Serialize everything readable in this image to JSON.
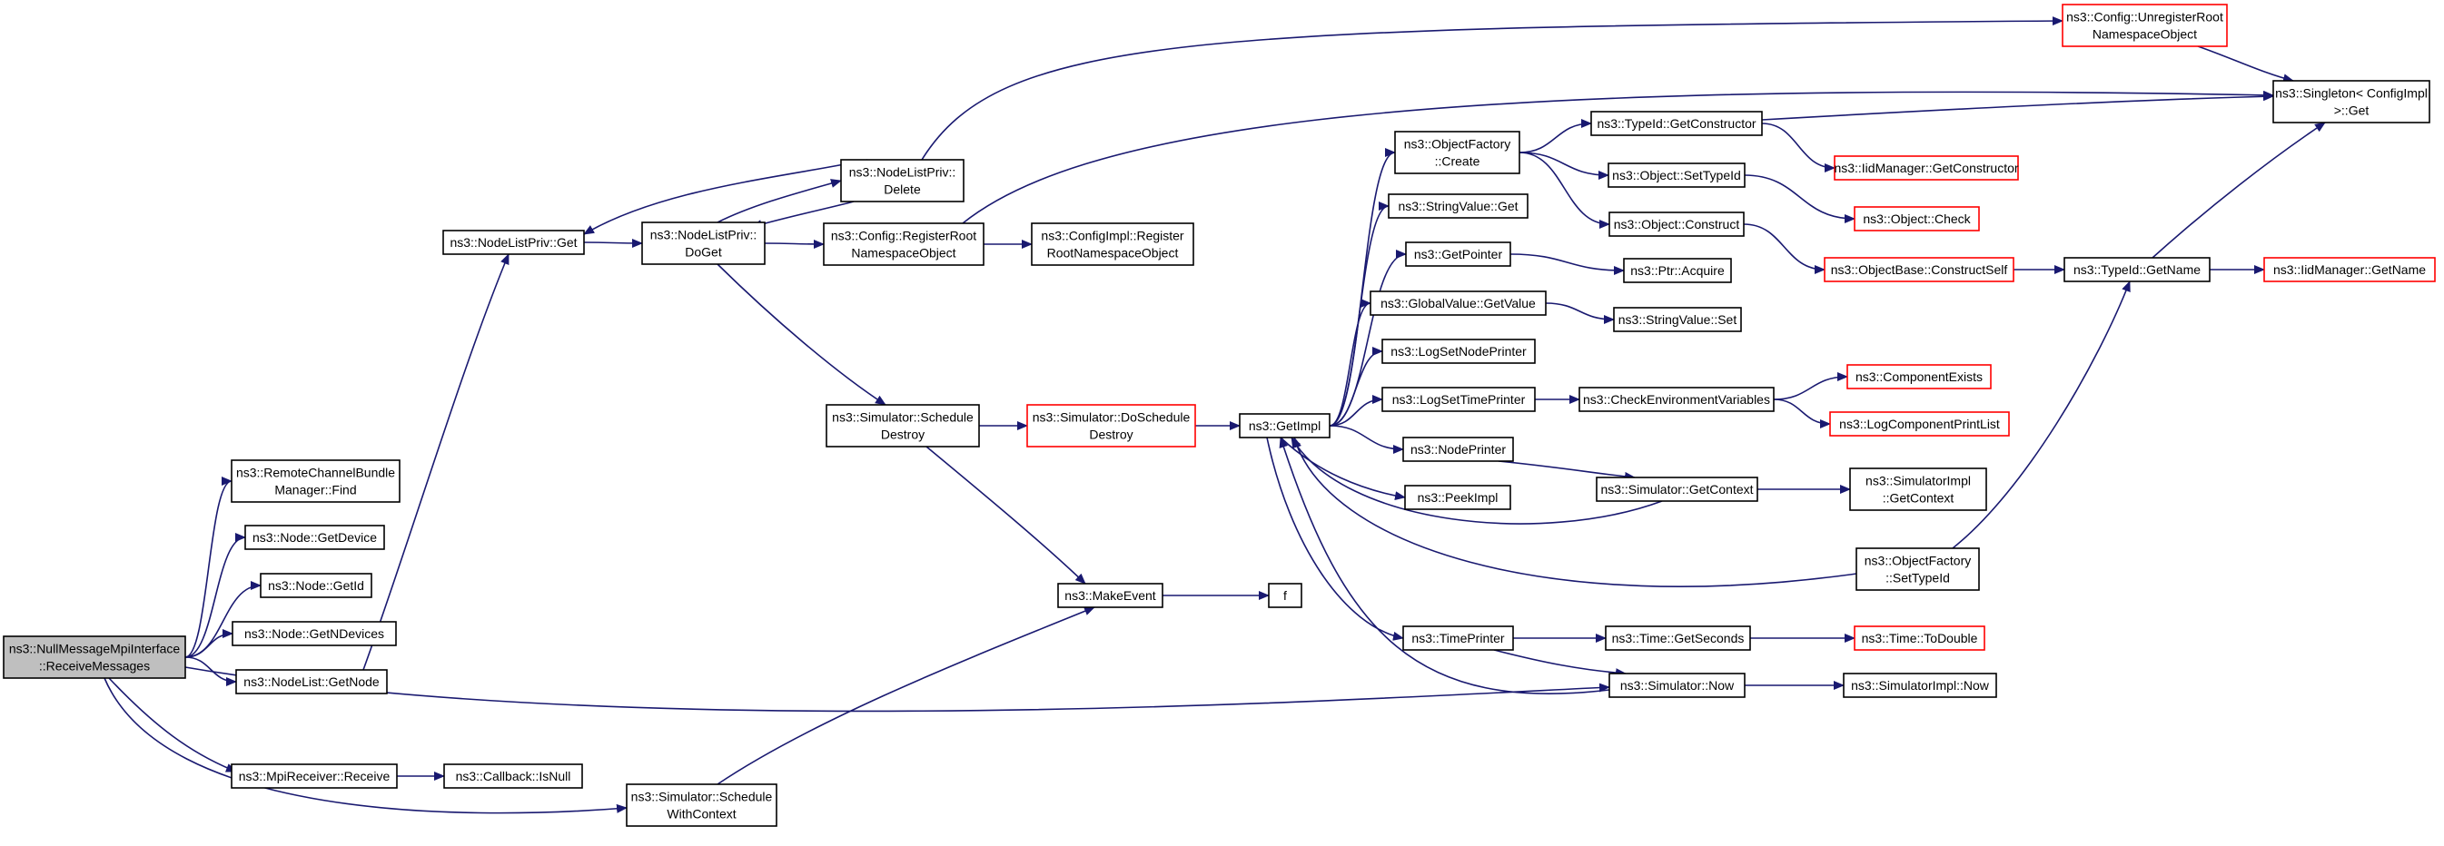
{
  "colors": {
    "edge": "#191970",
    "border_default": "#000000",
    "border_truncated": "#ff0000",
    "fill_default": "#ffffff",
    "fill_root": "#bfbfbf"
  },
  "nodes": [
    {
      "id": "root",
      "lines": [
        "ns3::NullMessageMpiInterface",
        "::ReceiveMessages"
      ],
      "style": "root"
    },
    {
      "id": "rcbm_find",
      "lines": [
        "ns3::RemoteChannelBundle",
        "Manager::Find"
      ],
      "style": "normal"
    },
    {
      "id": "node_getdevice",
      "lines": [
        "ns3::Node::GetDevice"
      ],
      "style": "normal"
    },
    {
      "id": "node_getid",
      "lines": [
        "ns3::Node::GetId"
      ],
      "style": "normal"
    },
    {
      "id": "node_getndevices",
      "lines": [
        "ns3::Node::GetNDevices"
      ],
      "style": "normal"
    },
    {
      "id": "nodelist_getnode",
      "lines": [
        "ns3::NodeList::GetNode"
      ],
      "style": "normal"
    },
    {
      "id": "mpireceiver_receive",
      "lines": [
        "ns3::MpiReceiver::Receive"
      ],
      "style": "normal"
    },
    {
      "id": "callback_isnull",
      "lines": [
        "ns3::Callback::IsNull"
      ],
      "style": "normal"
    },
    {
      "id": "sim_schedulewithcontext",
      "lines": [
        "ns3::Simulator::Schedule",
        "WithContext"
      ],
      "style": "normal"
    },
    {
      "id": "nlp_get",
      "lines": [
        "ns3::NodeListPriv::Get"
      ],
      "style": "normal"
    },
    {
      "id": "nlp_doget",
      "lines": [
        "ns3::NodeListPriv::",
        "DoGet"
      ],
      "style": "normal"
    },
    {
      "id": "nlp_delete",
      "lines": [
        "ns3::NodeListPriv::",
        "Delete"
      ],
      "style": "normal"
    },
    {
      "id": "cfg_registerroot",
      "lines": [
        "ns3::Config::RegisterRoot",
        "NamespaceObject"
      ],
      "style": "normal"
    },
    {
      "id": "cfgimpl_registerroot",
      "lines": [
        "ns3::ConfigImpl::Register",
        "RootNamespaceObject"
      ],
      "style": "normal"
    },
    {
      "id": "cfg_unregisterroot",
      "lines": [
        "ns3::Config::UnregisterRoot",
        "NamespaceObject"
      ],
      "style": "truncated"
    },
    {
      "id": "singleton_get",
      "lines": [
        "ns3::Singleton< ConfigImpl",
        " >::Get"
      ],
      "style": "normal"
    },
    {
      "id": "sim_scheduledestroy",
      "lines": [
        "ns3::Simulator::Schedule",
        "Destroy"
      ],
      "style": "normal"
    },
    {
      "id": "sim_doscheduledestroy",
      "lines": [
        "ns3::Simulator::DoSchedule",
        "Destroy"
      ],
      "style": "truncated"
    },
    {
      "id": "makeevent",
      "lines": [
        "ns3::MakeEvent"
      ],
      "style": "normal"
    },
    {
      "id": "f",
      "lines": [
        "f"
      ],
      "style": "normal"
    },
    {
      "id": "getimpl",
      "lines": [
        "ns3::GetImpl"
      ],
      "style": "normal"
    },
    {
      "id": "objfactory_create",
      "lines": [
        "ns3::ObjectFactory",
        "::Create"
      ],
      "style": "normal"
    },
    {
      "id": "stringvalue_get",
      "lines": [
        "ns3::StringValue::Get"
      ],
      "style": "normal"
    },
    {
      "id": "getpointer",
      "lines": [
        "ns3::GetPointer"
      ],
      "style": "normal"
    },
    {
      "id": "globalvalue_getvalue",
      "lines": [
        "ns3::GlobalValue::GetValue"
      ],
      "style": "normal"
    },
    {
      "id": "logsetnodeprinter",
      "lines": [
        "ns3::LogSetNodePrinter"
      ],
      "style": "normal"
    },
    {
      "id": "logsettimeprinter",
      "lines": [
        "ns3::LogSetTimePrinter"
      ],
      "style": "normal"
    },
    {
      "id": "nodeprinter",
      "lines": [
        "ns3::NodePrinter"
      ],
      "style": "normal"
    },
    {
      "id": "peekimpl",
      "lines": [
        "ns3::PeekImpl"
      ],
      "style": "normal"
    },
    {
      "id": "timeprinter",
      "lines": [
        "ns3::TimePrinter"
      ],
      "style": "normal"
    },
    {
      "id": "typeid_getconstructor",
      "lines": [
        "ns3::TypeId::GetConstructor"
      ],
      "style": "normal"
    },
    {
      "id": "object_settypeid",
      "lines": [
        "ns3::Object::SetTypeId"
      ],
      "style": "normal"
    },
    {
      "id": "object_construct",
      "lines": [
        "ns3::Object::Construct"
      ],
      "style": "normal"
    },
    {
      "id": "ptr_acquire",
      "lines": [
        "ns3::Ptr::Acquire"
      ],
      "style": "normal"
    },
    {
      "id": "stringvalue_set",
      "lines": [
        "ns3::StringValue::Set"
      ],
      "style": "normal"
    },
    {
      "id": "checkenvvars",
      "lines": [
        "ns3::CheckEnvironmentVariables"
      ],
      "style": "normal"
    },
    {
      "id": "sim_getcontext",
      "lines": [
        "ns3::Simulator::GetContext"
      ],
      "style": "normal"
    },
    {
      "id": "objfactory_settypeid",
      "lines": [
        "ns3::ObjectFactory",
        "::SetTypeId"
      ],
      "style": "normal"
    },
    {
      "id": "time_getseconds",
      "lines": [
        "ns3::Time::GetSeconds"
      ],
      "style": "normal"
    },
    {
      "id": "sim_now",
      "lines": [
        "ns3::Simulator::Now"
      ],
      "style": "normal"
    },
    {
      "id": "iidmanager_getconstructor",
      "lines": [
        "ns3::IidManager::GetConstructor"
      ],
      "style": "truncated"
    },
    {
      "id": "object_check",
      "lines": [
        "ns3::Object::Check"
      ],
      "style": "truncated"
    },
    {
      "id": "objectbase_constructself",
      "lines": [
        "ns3::ObjectBase::ConstructSelf"
      ],
      "style": "truncated"
    },
    {
      "id": "componentexists",
      "lines": [
        "ns3::ComponentExists"
      ],
      "style": "truncated"
    },
    {
      "id": "logcomponentprintlist",
      "lines": [
        "ns3::LogComponentPrintList"
      ],
      "style": "truncated"
    },
    {
      "id": "simimpl_getcontext",
      "lines": [
        "ns3::SimulatorImpl",
        "::GetContext"
      ],
      "style": "normal"
    },
    {
      "id": "time_todouble",
      "lines": [
        "ns3::Time::ToDouble"
      ],
      "style": "truncated"
    },
    {
      "id": "simimpl_now",
      "lines": [
        "ns3::SimulatorImpl::Now"
      ],
      "style": "normal"
    },
    {
      "id": "typeid_getname",
      "lines": [
        "ns3::TypeId::GetName"
      ],
      "style": "normal"
    },
    {
      "id": "iidmanager_getname",
      "lines": [
        "ns3::IidManager::GetName"
      ],
      "style": "truncated"
    }
  ],
  "edges": [
    {
      "from": "root",
      "to": "rcbm_find"
    },
    {
      "from": "root",
      "to": "node_getdevice"
    },
    {
      "from": "root",
      "to": "node_getid"
    },
    {
      "from": "root",
      "to": "node_getndevices"
    },
    {
      "from": "root",
      "to": "nodelist_getnode"
    },
    {
      "from": "root",
      "to": "mpireceiver_receive"
    },
    {
      "from": "root",
      "to": "sim_schedulewithcontext"
    },
    {
      "from": "root",
      "to": "sim_now"
    },
    {
      "from": "nodelist_getnode",
      "to": "nlp_get"
    },
    {
      "from": "mpireceiver_receive",
      "to": "callback_isnull"
    },
    {
      "from": "sim_schedulewithcontext",
      "to": "makeevent"
    },
    {
      "from": "nlp_get",
      "to": "nlp_doget"
    },
    {
      "from": "nlp_doget",
      "to": "nlp_delete"
    },
    {
      "from": "nlp_doget",
      "to": "cfg_registerroot"
    },
    {
      "from": "nlp_doget",
      "to": "sim_scheduledestroy"
    },
    {
      "from": "nlp_delete",
      "to": "nlp_get"
    },
    {
      "from": "nlp_delete",
      "to": "nlp_doget"
    },
    {
      "from": "nlp_delete",
      "to": "cfg_unregisterroot"
    },
    {
      "from": "cfg_registerroot",
      "to": "cfgimpl_registerroot"
    },
    {
      "from": "cfg_registerroot",
      "to": "singleton_get"
    },
    {
      "from": "cfg_unregisterroot",
      "to": "singleton_get"
    },
    {
      "from": "sim_scheduledestroy",
      "to": "sim_doscheduledestroy"
    },
    {
      "from": "sim_scheduledestroy",
      "to": "makeevent"
    },
    {
      "from": "sim_doscheduledestroy",
      "to": "getimpl"
    },
    {
      "from": "makeevent",
      "to": "f"
    },
    {
      "from": "getimpl",
      "to": "objfactory_create"
    },
    {
      "from": "getimpl",
      "to": "stringvalue_get"
    },
    {
      "from": "getimpl",
      "to": "getpointer"
    },
    {
      "from": "getimpl",
      "to": "globalvalue_getvalue"
    },
    {
      "from": "getimpl",
      "to": "logsetnodeprinter"
    },
    {
      "from": "getimpl",
      "to": "logsettimeprinter"
    },
    {
      "from": "getimpl",
      "to": "nodeprinter"
    },
    {
      "from": "getimpl",
      "to": "peekimpl"
    },
    {
      "from": "getimpl",
      "to": "timeprinter"
    },
    {
      "from": "objfactory_create",
      "to": "typeid_getconstructor"
    },
    {
      "from": "objfactory_create",
      "to": "object_settypeid"
    },
    {
      "from": "objfactory_create",
      "to": "object_construct"
    },
    {
      "from": "typeid_getconstructor",
      "to": "singleton_get"
    },
    {
      "from": "typeid_getconstructor",
      "to": "iidmanager_getconstructor"
    },
    {
      "from": "object_settypeid",
      "to": "object_check"
    },
    {
      "from": "object_construct",
      "to": "objectbase_constructself"
    },
    {
      "from": "getpointer",
      "to": "ptr_acquire"
    },
    {
      "from": "globalvalue_getvalue",
      "to": "stringvalue_set"
    },
    {
      "from": "logsettimeprinter",
      "to": "checkenvvars"
    },
    {
      "from": "checkenvvars",
      "to": "componentexists"
    },
    {
      "from": "checkenvvars",
      "to": "logcomponentprintlist"
    },
    {
      "from": "nodeprinter",
      "to": "sim_getcontext"
    },
    {
      "from": "sim_getcontext",
      "to": "getimpl"
    },
    {
      "from": "sim_getcontext",
      "to": "simimpl_getcontext"
    },
    {
      "from": "objfactory_settypeid",
      "to": "getimpl"
    },
    {
      "from": "objfactory_settypeid",
      "to": "typeid_getname"
    },
    {
      "from": "timeprinter",
      "to": "time_getseconds"
    },
    {
      "from": "timeprinter",
      "to": "sim_now"
    },
    {
      "from": "time_getseconds",
      "to": "time_todouble"
    },
    {
      "from": "sim_now",
      "to": "getimpl"
    },
    {
      "from": "sim_now",
      "to": "simimpl_now"
    },
    {
      "from": "objectbase_constructself",
      "to": "typeid_getname"
    },
    {
      "from": "typeid_getname",
      "to": "iidmanager_getname"
    },
    {
      "from": "typeid_getname",
      "to": "singleton_get"
    }
  ]
}
